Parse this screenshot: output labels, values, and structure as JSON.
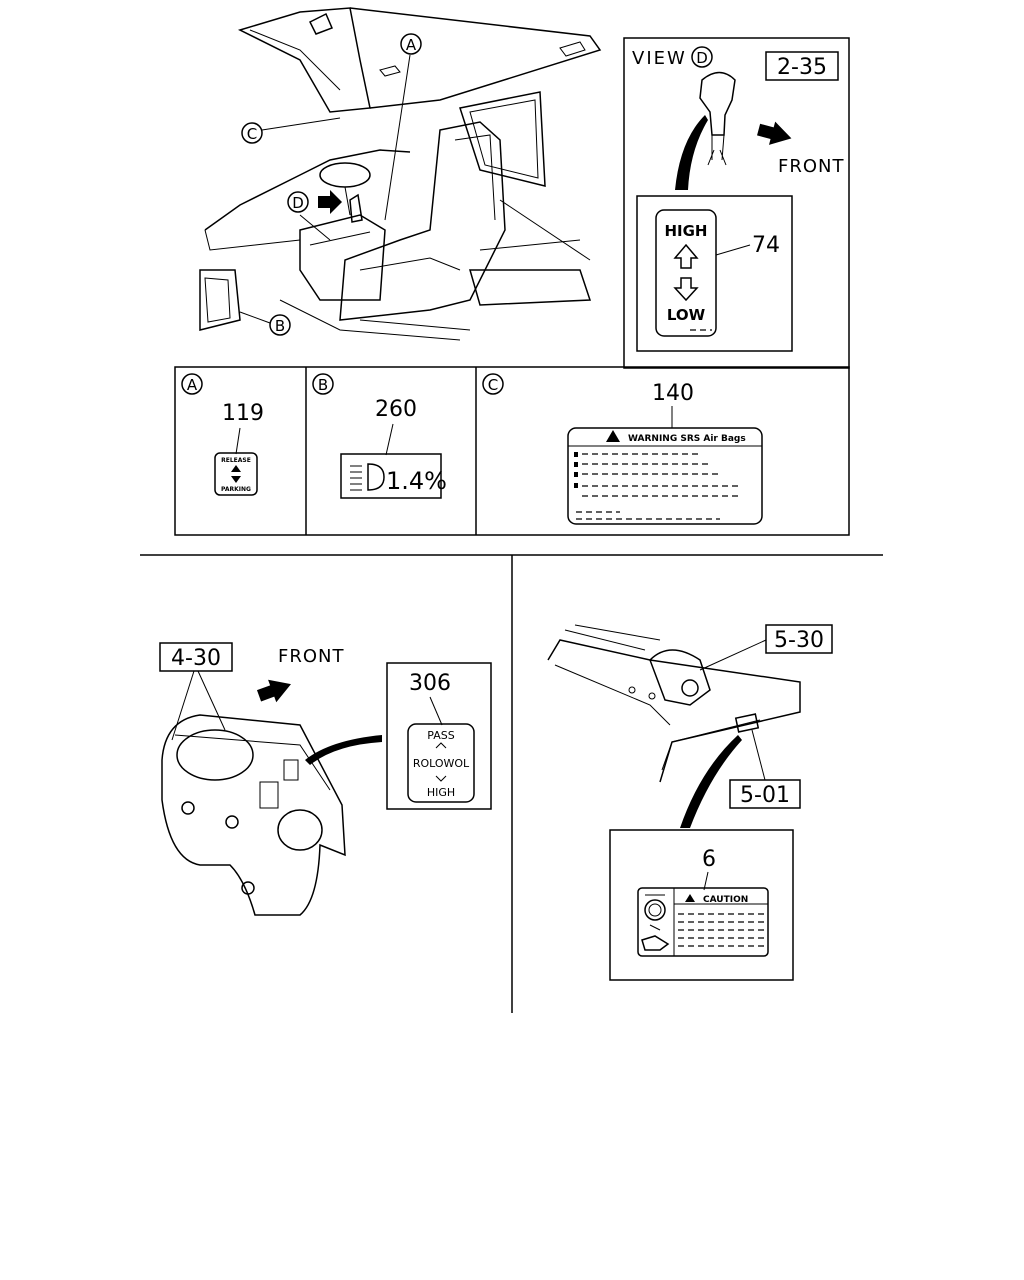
{
  "view_d": {
    "label": "VIEW",
    "circle": "D",
    "ref": "2-35",
    "front": "FRONT",
    "part_no": "74",
    "label_high": "HIGH",
    "label_low": "LOW"
  },
  "main_view": {
    "callout_a": "A",
    "callout_b": "B",
    "callout_c": "C",
    "callout_d": "D"
  },
  "detail_a": {
    "circle": "A",
    "part_no": "119",
    "text_top": "RELEASE",
    "text_bottom": "PARKING"
  },
  "detail_b": {
    "circle": "B",
    "part_no": "260",
    "text": "1.4%"
  },
  "detail_c": {
    "circle": "C",
    "part_no": "140",
    "header": "WARNING SRS Air Bags"
  },
  "bottom_left": {
    "ref": "4-30",
    "front": "FRONT",
    "part_no": "306",
    "label_pass": "PASS",
    "label_mid": "ROLOWOL",
    "label_high": "HIGH"
  },
  "bottom_right": {
    "ref_top": "5-30",
    "ref_bottom": "5-01",
    "part_no": "6",
    "header": "CAUTION"
  }
}
